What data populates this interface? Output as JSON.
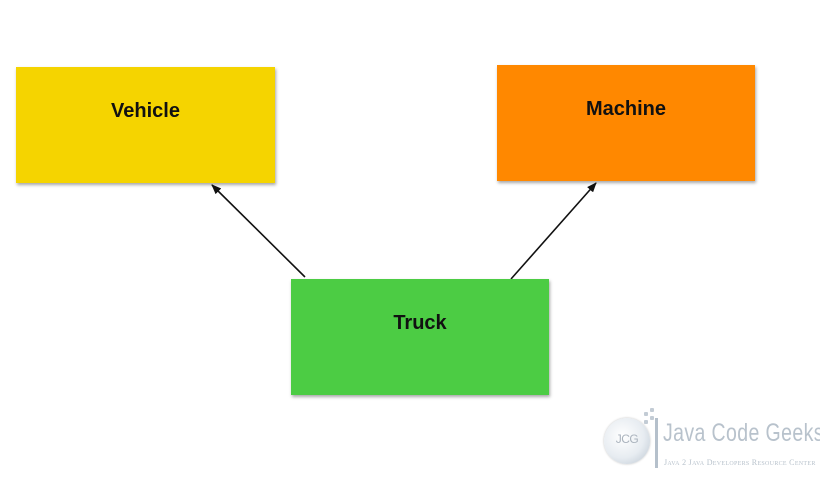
{
  "diagram": {
    "nodes": [
      {
        "id": "vehicle",
        "label": "Vehicle",
        "color": "#f5d400"
      },
      {
        "id": "machine",
        "label": "Machine",
        "color": "#ff8800"
      },
      {
        "id": "truck",
        "label": "Truck",
        "color": "#4ccc44"
      }
    ],
    "edges": [
      {
        "from": "truck",
        "to": "vehicle"
      },
      {
        "from": "truck",
        "to": "machine"
      }
    ]
  },
  "watermark": {
    "logo_mark": "JCG",
    "title": "Java Code Geeks",
    "subtitle": "Java 2 Java Developers Resource Center"
  }
}
